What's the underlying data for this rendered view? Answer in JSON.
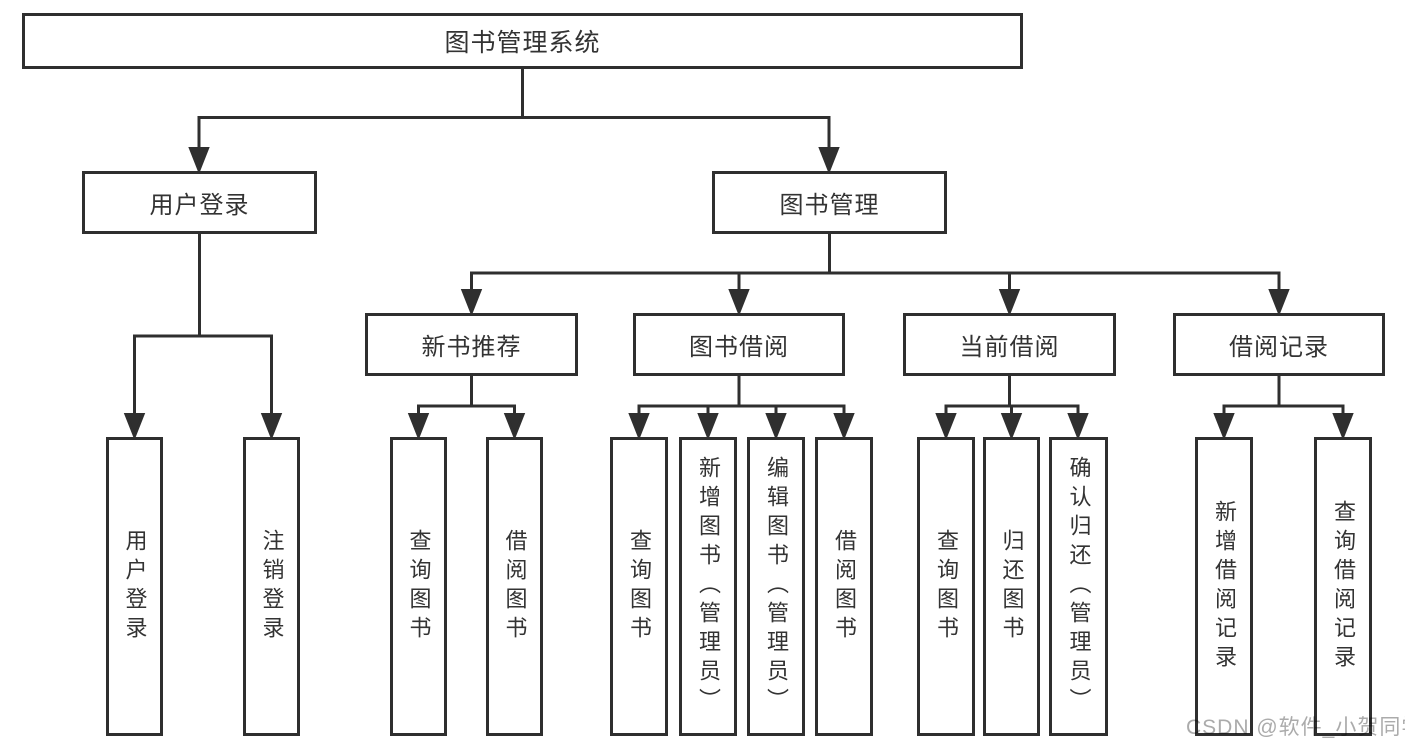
{
  "root": {
    "label": "图书管理系统"
  },
  "branches": [
    {
      "label": "用户登录",
      "children": [
        {
          "label": "用户登录"
        },
        {
          "label": "注销登录"
        }
      ]
    },
    {
      "label": "图书管理",
      "children": [
        {
          "label": "新书推荐",
          "children": [
            {
              "label": "查询图书"
            },
            {
              "label": "借阅图书"
            }
          ]
        },
        {
          "label": "图书借阅",
          "children": [
            {
              "label": "查询图书"
            },
            {
              "label": "新增图书（管理员）"
            },
            {
              "label": "编辑图书（管理员）"
            },
            {
              "label": "借阅图书"
            }
          ]
        },
        {
          "label": "当前借阅",
          "children": [
            {
              "label": "查询图书"
            },
            {
              "label": "归还图书"
            },
            {
              "label": "确认归还（管理员）"
            }
          ]
        },
        {
          "label": "借阅记录",
          "children": [
            {
              "label": "新增借阅记录"
            },
            {
              "label": "查询借阅记录"
            }
          ]
        }
      ]
    }
  ],
  "watermark": {
    "text": "CSDN @软件_小贺同学"
  },
  "colors": {
    "line": "#2f2f2f",
    "text": "#333333",
    "background": "#ffffff",
    "watermark": "#ababab"
  }
}
